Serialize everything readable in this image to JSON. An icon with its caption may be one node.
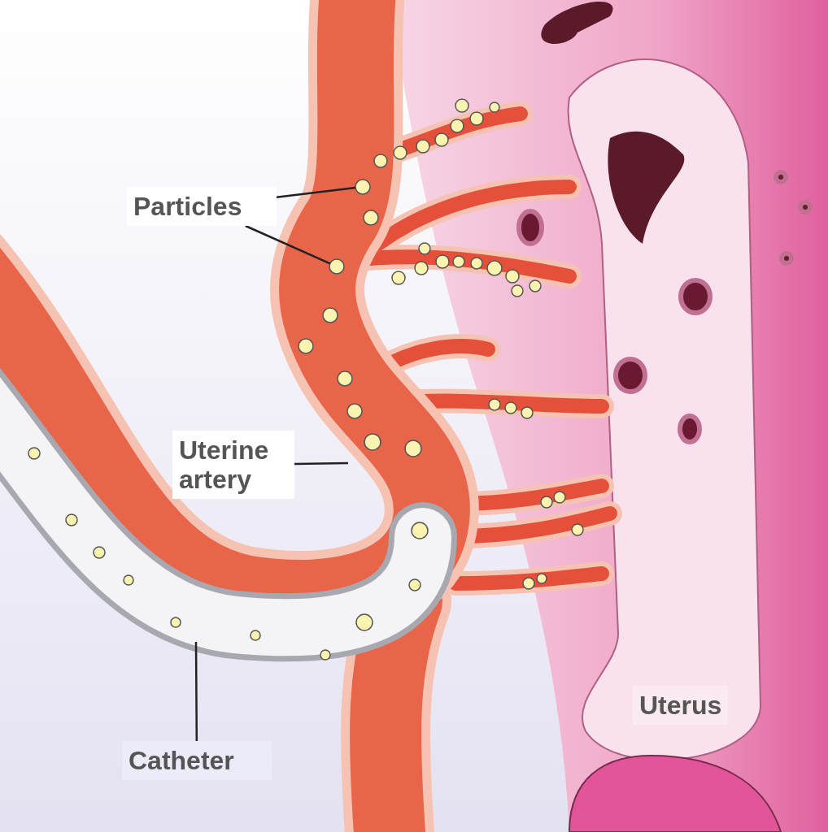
{
  "diagram": {
    "nodes": [
      {
        "text": [
          "Particles"
        ]
      },
      {
        "text": [],
        "shape": "circle"
      },
      {
        "text": [],
        "shape": "circle"
      },
      {
        "text": [
          "Uterine artery"
        ]
      },
      {
        "text": [
          "Catheter"
        ]
      }
    ],
    "edges": [
      {
        "from": 0,
        "to": 1,
        "arrow": "none"
      },
      {
        "from": 0,
        "to": 2,
        "arrow": "none"
      },
      {
        "from": 3,
        "to": null,
        "arrow": "none"
      },
      {
        "from": 4,
        "to": null,
        "arrow": "none"
      }
    ],
    "labels": [
      "Uterus"
    ]
  }
}
